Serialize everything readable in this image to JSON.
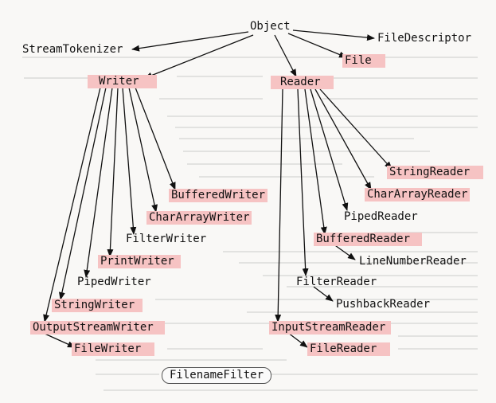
{
  "colors": {
    "highlight": "#f6c3c3",
    "arrow": "#111111"
  },
  "nodes": {
    "object": "Object",
    "stream_tokenizer": "StreamTokenizer",
    "file_descriptor": "FileDescriptor",
    "file": "File",
    "writer": "Writer",
    "reader": "Reader",
    "buffered_writer": "BufferedWriter",
    "char_array_writer": "CharArrayWriter",
    "filter_writer": "FilterWriter",
    "print_writer": "PrintWriter",
    "piped_writer": "PipedWriter",
    "string_writer": "StringWriter",
    "output_stream_writer": "OutputStreamWriter",
    "file_writer": "FileWriter",
    "string_reader": "StringReader",
    "char_array_reader": "CharArrayReader",
    "piped_reader": "PipedReader",
    "buffered_reader": "BufferedReader",
    "line_number_reader": "LineNumberReader",
    "filter_reader": "FilterReader",
    "pushback_reader": "PushbackReader",
    "input_stream_reader": "InputStreamReader",
    "file_reader": "FileReader",
    "filename_filter": "FilenameFilter"
  }
}
